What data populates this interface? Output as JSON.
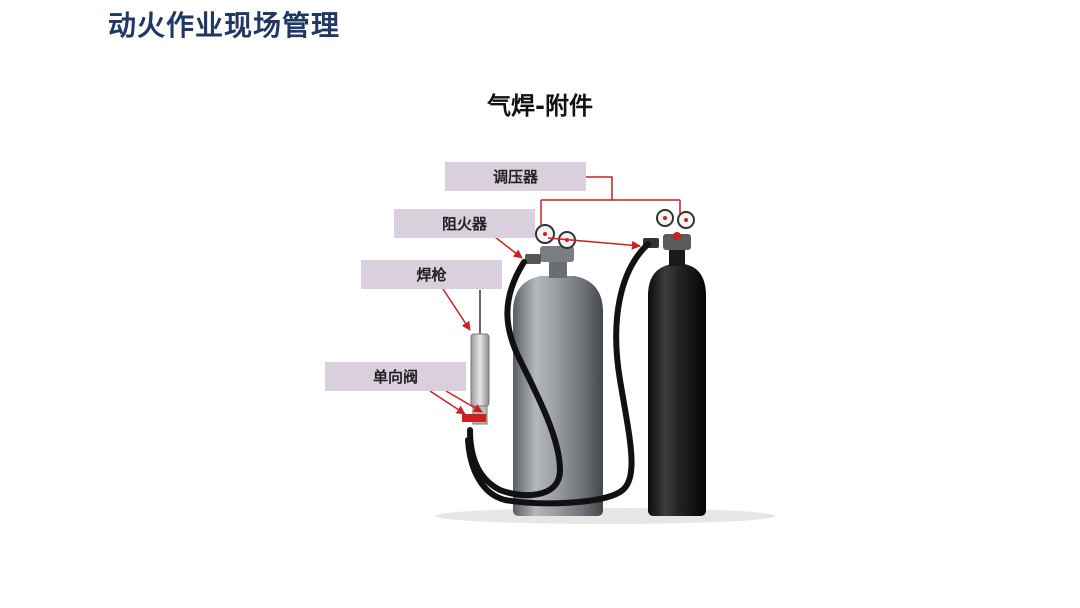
{
  "slide": {
    "title": "动火作业现场管理",
    "subtitle": "气焊-附件"
  },
  "labels": {
    "regulator": "调压器",
    "flashback_arrestor": "阻火器",
    "welding_torch": "焊枪",
    "check_valve": "单向阀"
  },
  "colors": {
    "title": "#1f3864",
    "label_bg": "#d9cfdd",
    "pointer": "#cc2020",
    "oxygen_cylinder": "#8e9296",
    "acetylene_cylinder": "#1c1c1c"
  }
}
